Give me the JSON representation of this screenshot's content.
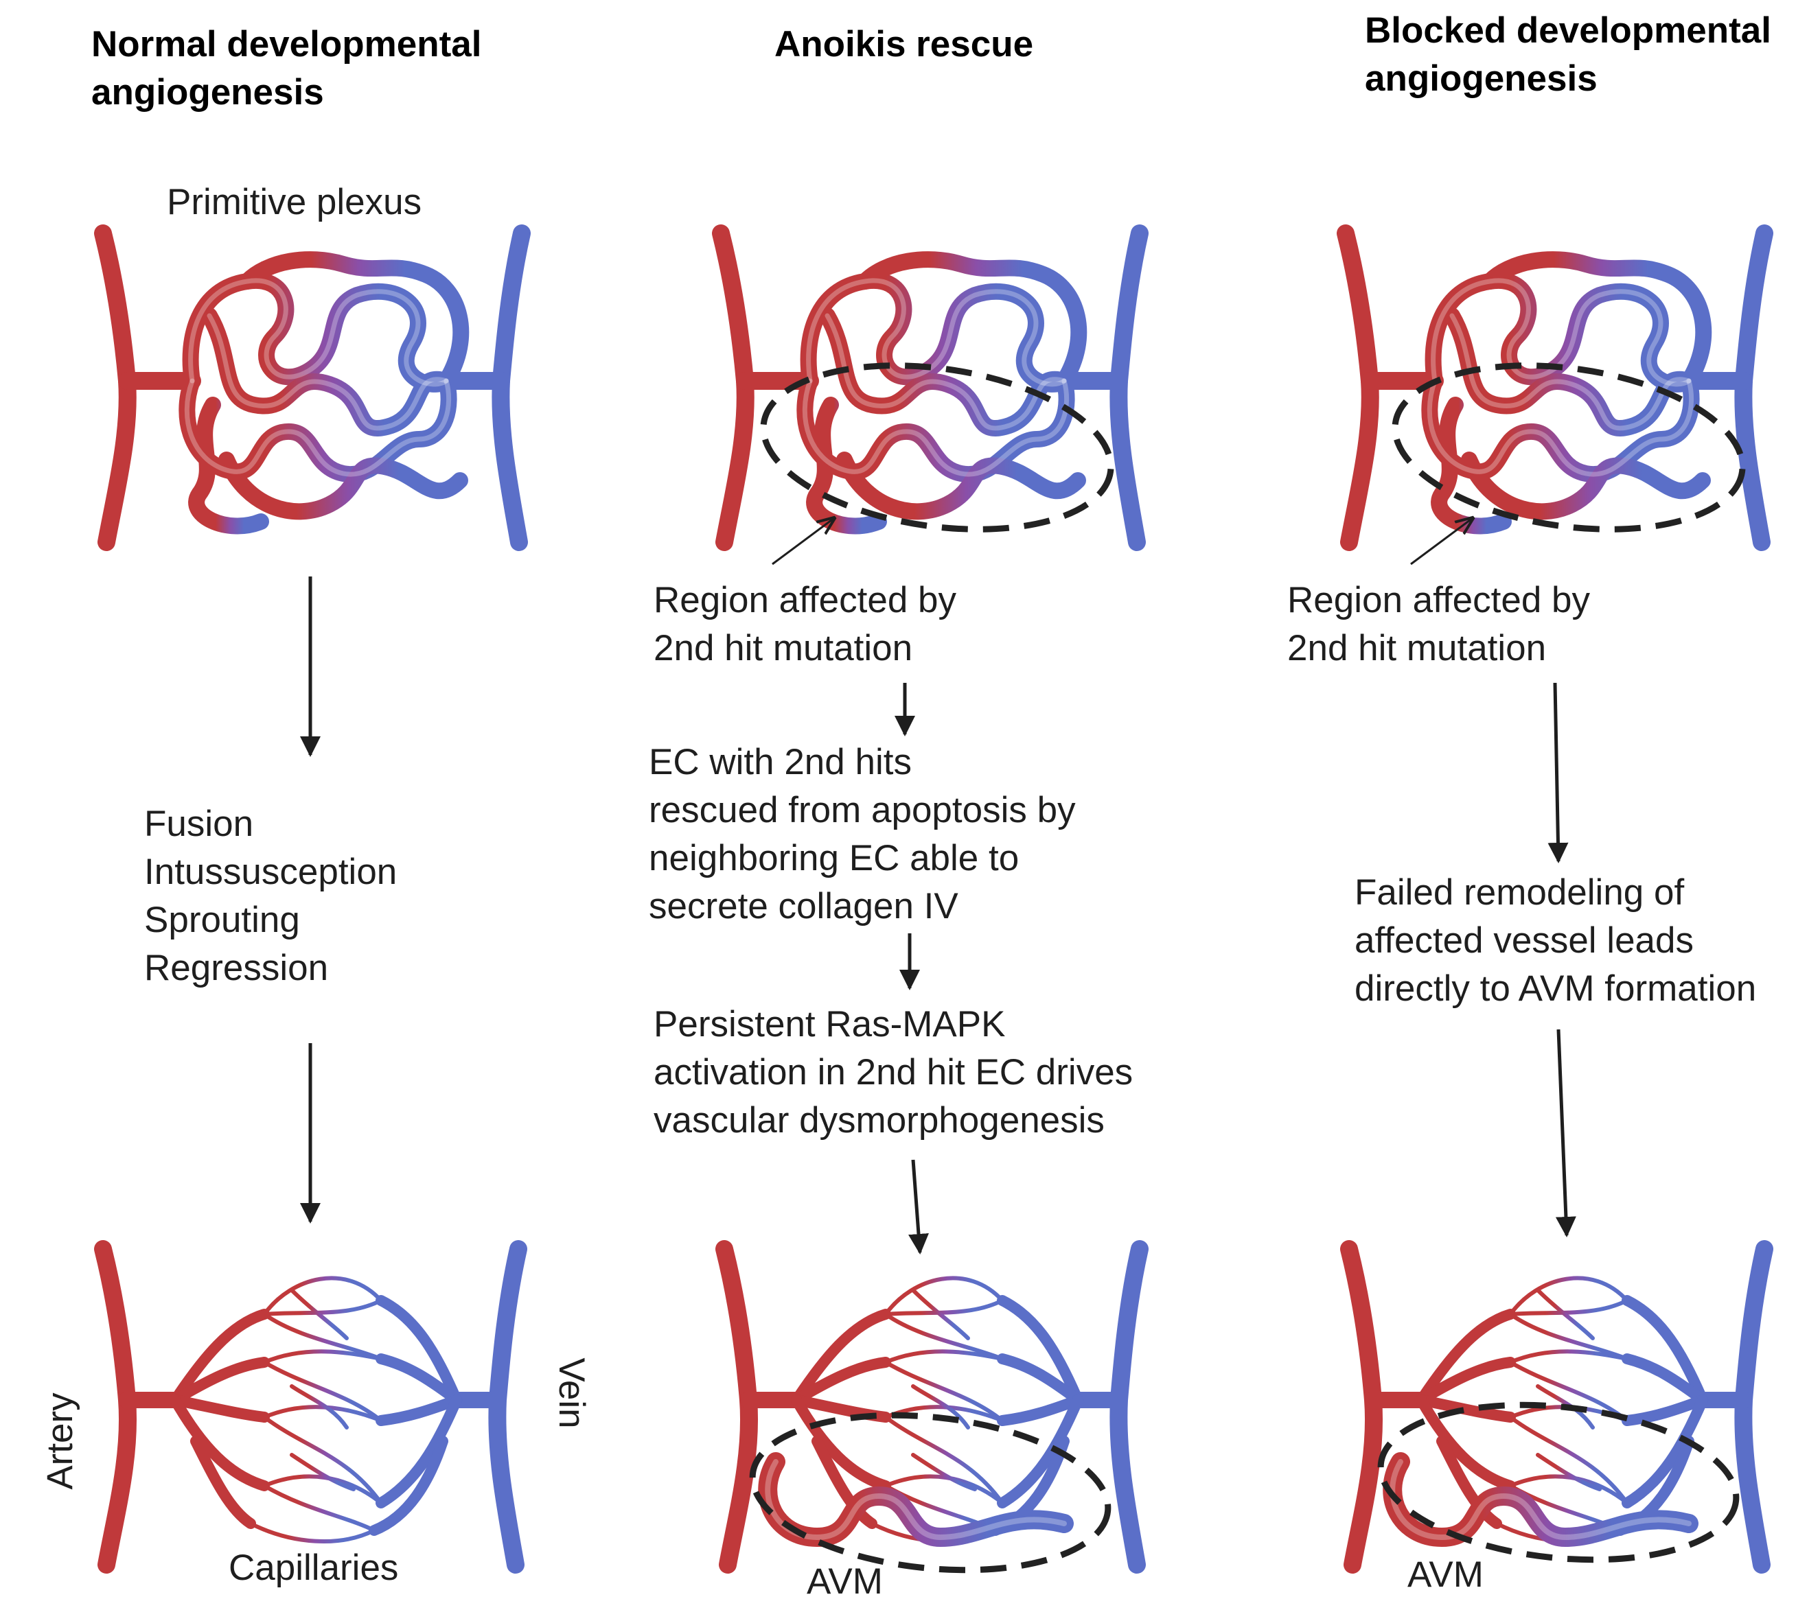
{
  "columns": [
    {
      "title_lines": [
        "Normal developmental",
        "angiogenesis"
      ]
    },
    {
      "title_lines": [
        "Anoikis rescue"
      ]
    },
    {
      "title_lines": [
        "Blocked developmental",
        "angiogenesis"
      ]
    }
  ],
  "labels": {
    "primitive_plexus": "Primitive plexus",
    "normal_steps": [
      "Fusion",
      "Intussusception",
      "Sprouting",
      "Regression"
    ],
    "artery": "Artery",
    "vein": "Vein",
    "capillaries": "Capillaries",
    "region_affected": [
      "Region affected by",
      "2nd hit mutation"
    ],
    "ec_rescued": [
      "EC with 2nd hits",
      "rescued from apoptosis by",
      "neighboring EC able to",
      "secrete collagen IV"
    ],
    "persistent": [
      "Persistent Ras-MAPK",
      "activation in 2nd hit EC drives",
      "vascular dysmorphogenesis"
    ],
    "failed_remodeling": [
      "Failed remodeling of",
      "affected vessel leads",
      "directly to AVM formation"
    ],
    "avm": "AVM"
  },
  "colors": {
    "artery": "#c0393b",
    "vein": "#5b6fc8",
    "mixed": "#8a4fa8",
    "text": "#1e1e1e",
    "dashed_region": "#222222"
  }
}
